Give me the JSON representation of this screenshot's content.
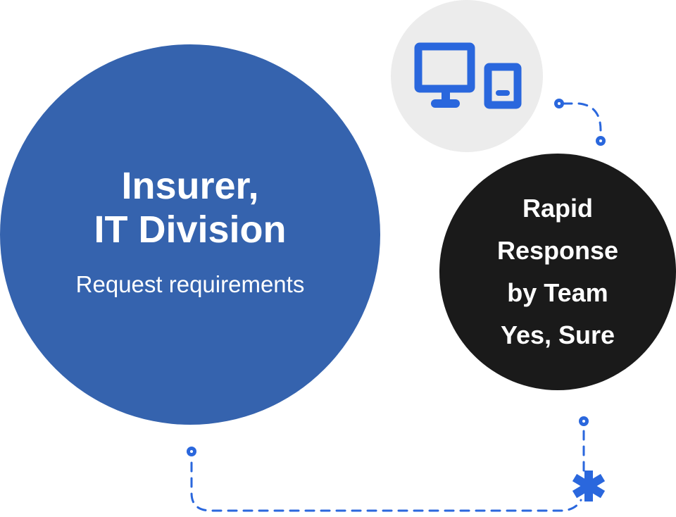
{
  "main_node": {
    "title_line1": "Insurer,",
    "title_line2": "IT Division",
    "subtitle": "Request requirements"
  },
  "device_node": {
    "icon": "devices-icon"
  },
  "response_node": {
    "lines": [
      "Rapid",
      "Response",
      "by Team",
      "Yes, Sure"
    ]
  },
  "colors": {
    "main": "#3563ae",
    "accent": "#2a67dd",
    "dark": "#1a1a1a",
    "gray": "#ececec"
  }
}
